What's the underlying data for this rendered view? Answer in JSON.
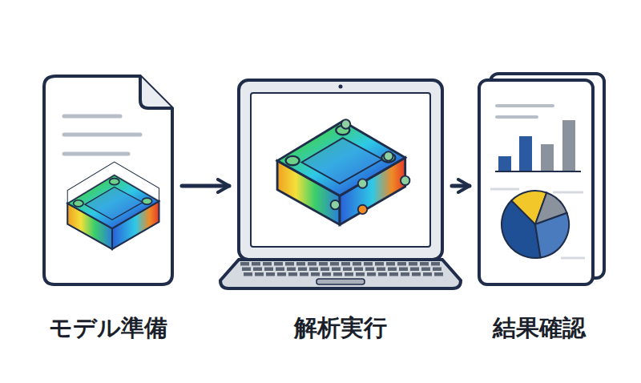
{
  "diagram": {
    "nodes": [
      {
        "text": [
          "モデル準備"
        ]
      },
      {
        "text": [
          "解析実行"
        ]
      },
      {
        "text": [
          "結果確認"
        ]
      }
    ],
    "edges": [
      {
        "from": 0,
        "to": 1,
        "arrow": "to"
      },
      {
        "from": 1,
        "to": 2,
        "arrow": "to"
      }
    ]
  }
}
